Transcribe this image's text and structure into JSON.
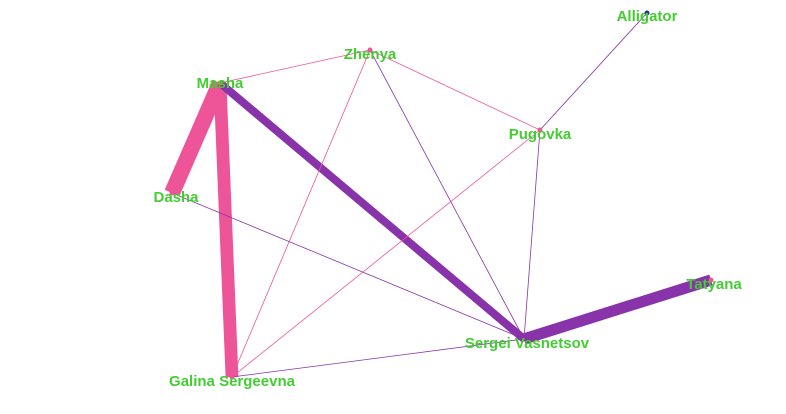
{
  "nodes": {
    "masha": {
      "label": "Masha",
      "color": "#aa9933"
    },
    "zhenya": {
      "label": "Zhenya",
      "color": "#ee5599"
    },
    "alligator": {
      "label": "Alligator",
      "color": "#223399"
    },
    "pugovka": {
      "label": "Pugovka",
      "color": "#ee5599"
    },
    "dasha": {
      "label": "Dasha",
      "color": "#ee5599"
    },
    "tatyana": {
      "label": "Tatyana",
      "color": "#ee5599"
    },
    "sergei": {
      "label": "Sergei Vasnetsov",
      "color": "#8833aa"
    },
    "galina": {
      "label": "Galina Sergeevna",
      "color": "#ee5599"
    }
  },
  "edges": [
    {
      "from": "masha",
      "to": "dasha",
      "weight": 10,
      "color": "#ee5599"
    },
    {
      "from": "masha",
      "to": "galina",
      "weight": 8,
      "color": "#ee5599"
    },
    {
      "from": "masha",
      "to": "sergei",
      "weight": 5,
      "color": "#8833aa"
    },
    {
      "from": "sergei",
      "to": "tatyana",
      "weight": 7,
      "color": "#8833aa"
    },
    {
      "from": "masha",
      "to": "zhenya",
      "weight": 1,
      "color": "#ee5599"
    },
    {
      "from": "zhenya",
      "to": "pugovka",
      "weight": 1,
      "color": "#ee5599"
    },
    {
      "from": "zhenya",
      "to": "sergei",
      "weight": 1,
      "color": "#8833aa"
    },
    {
      "from": "zhenya",
      "to": "galina",
      "weight": 1,
      "color": "#ee5599"
    },
    {
      "from": "pugovka",
      "to": "alligator",
      "weight": 1,
      "color": "#8833aa"
    },
    {
      "from": "pugovka",
      "to": "sergei",
      "weight": 1,
      "color": "#8833aa"
    },
    {
      "from": "pugovka",
      "to": "galina",
      "weight": 1,
      "color": "#ee5599"
    },
    {
      "from": "dasha",
      "to": "sergei",
      "weight": 1,
      "color": "#8833aa"
    },
    {
      "from": "galina",
      "to": "sergei",
      "weight": 1,
      "color": "#8833aa"
    }
  ]
}
